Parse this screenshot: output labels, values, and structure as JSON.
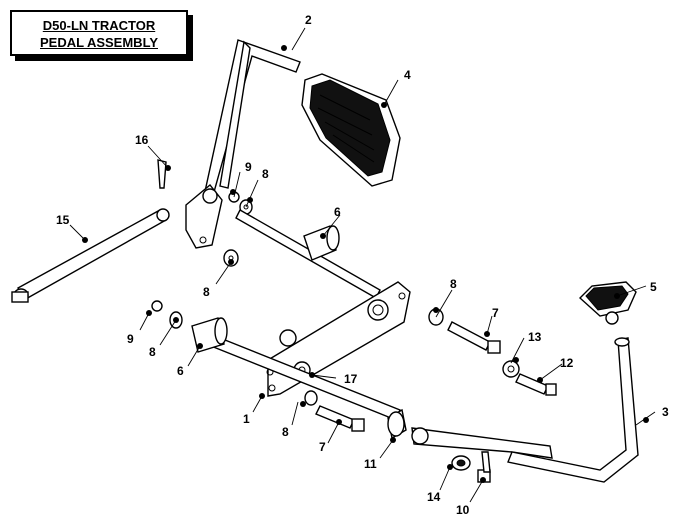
{
  "title": {
    "line1": "D50-LN TRACTOR",
    "line2": "PEDAL ASSEMBLY"
  },
  "callouts": {
    "c1": "1",
    "c2": "2",
    "c3": "3",
    "c4": "4",
    "c5": "5",
    "c6a": "6",
    "c6b": "6",
    "c7a": "7",
    "c7b": "7",
    "c8a": "8",
    "c8b": "8",
    "c8c": "8",
    "c8d": "8",
    "c8e": "8",
    "c9a": "9",
    "c9b": "9",
    "c10": "10",
    "c11": "11",
    "c12": "12",
    "c13": "13",
    "c14": "14",
    "c15": "15",
    "c16": "16",
    "c17": "17"
  }
}
